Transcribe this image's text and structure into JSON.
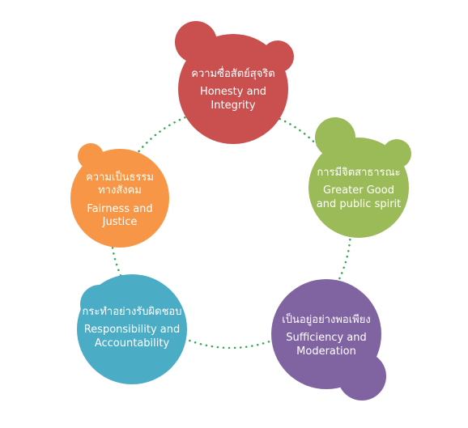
{
  "colors": {
    "honesty": "#C9504F",
    "public_spirit": "#9BBB59",
    "sufficiency": "#8064A2",
    "responsibility": "#4BACC6",
    "fairness": "#F79646",
    "connector": "#2FA84F"
  },
  "nodes": [
    {
      "id": "honesty",
      "thai": "ความซื่อสัตย์สุจริต",
      "english_line1": "Honesty and",
      "english_line2": "Integrity"
    },
    {
      "id": "public_spirit",
      "thai": "การมีจิตสาธารณะ",
      "english_line1": "Greater Good",
      "english_line2": "and public spirit"
    },
    {
      "id": "sufficiency",
      "thai": "เป็นอยู่อย่างพอเพียง",
      "english_line1": "Sufficiency and",
      "english_line2": "Moderation"
    },
    {
      "id": "responsibility",
      "thai": "กระทำอย่างรับผิดชอบ",
      "english_line1": "Responsibility and",
      "english_line2": "Accountability"
    },
    {
      "id": "fairness",
      "thai_line1": "ความเป็นธรรม",
      "thai_line2": "ทางสังคม",
      "english_line1": "Fairness and",
      "english_line2": "Justice"
    }
  ]
}
